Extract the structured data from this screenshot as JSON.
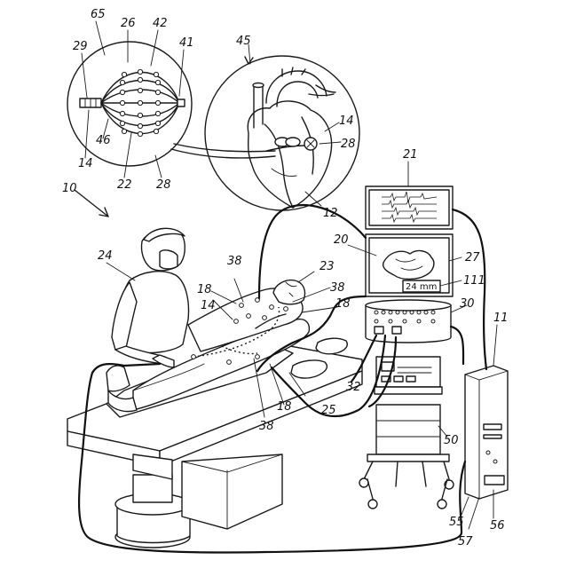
{
  "labels": {
    "n10": "10",
    "n11": "11",
    "n12": "12",
    "n14a": "14",
    "n14b": "14",
    "n14c": "14",
    "n18a": "18",
    "n18b": "18",
    "n18c": "18",
    "n20": "20",
    "n21": "21",
    "n22": "22",
    "n23": "23",
    "n24": "24",
    "n25": "25",
    "n26": "26",
    "n27": "27",
    "n28a": "28",
    "n28b": "28",
    "n29": "29",
    "n30": "30",
    "n32": "32",
    "n38a": "38",
    "n38b": "38",
    "n38c": "38",
    "n41": "41",
    "n42": "42",
    "n45": "45",
    "n46": "46",
    "n50": "50",
    "n55": "55",
    "n56": "56",
    "n57": "57",
    "n65": "65",
    "n111": "111"
  },
  "screen": {
    "measurement": "24 mm"
  }
}
